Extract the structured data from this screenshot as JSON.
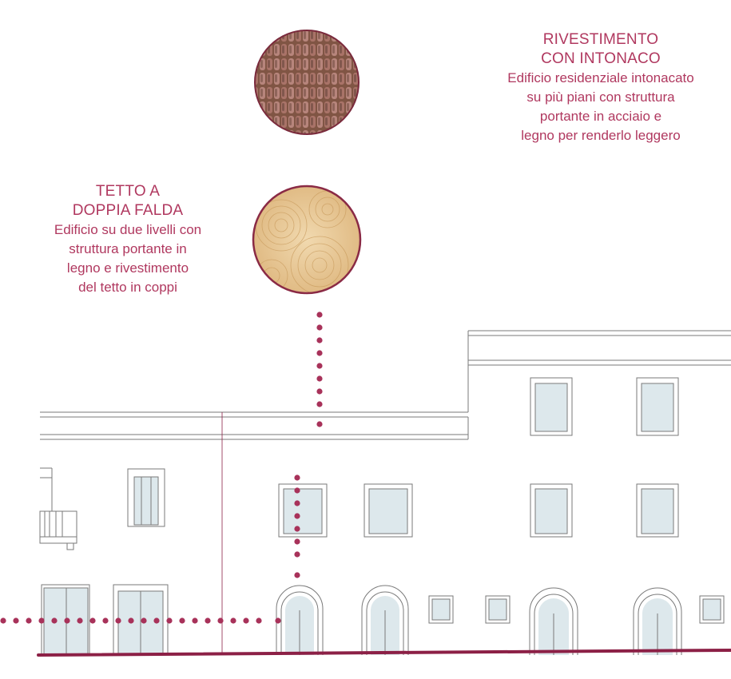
{
  "colors": {
    "accent": "#A8325A",
    "label_text": "#B0385F",
    "line": "#7a7a7a",
    "glass": "#DDE8EC",
    "ground": "#8C2046"
  },
  "labels": {
    "left": {
      "title_line1": "TETTO A",
      "title_line2": "DOPPIA FALDA",
      "desc_line1": "Edificio su due livelli con",
      "desc_line2": "struttura portante in",
      "desc_line3": "legno e rivestimento",
      "desc_line4": "del tetto in coppi"
    },
    "right": {
      "title_line1": "RIVESTIMENTO",
      "title_line2": "CON INTONACO",
      "desc_line1": "Edificio residenziale intonacato",
      "desc_line2": "su più piani con struttura",
      "desc_line3": "portante in acciaio e",
      "desc_line4": "legno per renderlo leggero"
    }
  },
  "swatches": [
    {
      "name": "roof-tiles",
      "material": "coppi"
    },
    {
      "name": "wood",
      "material": "legno"
    }
  ]
}
